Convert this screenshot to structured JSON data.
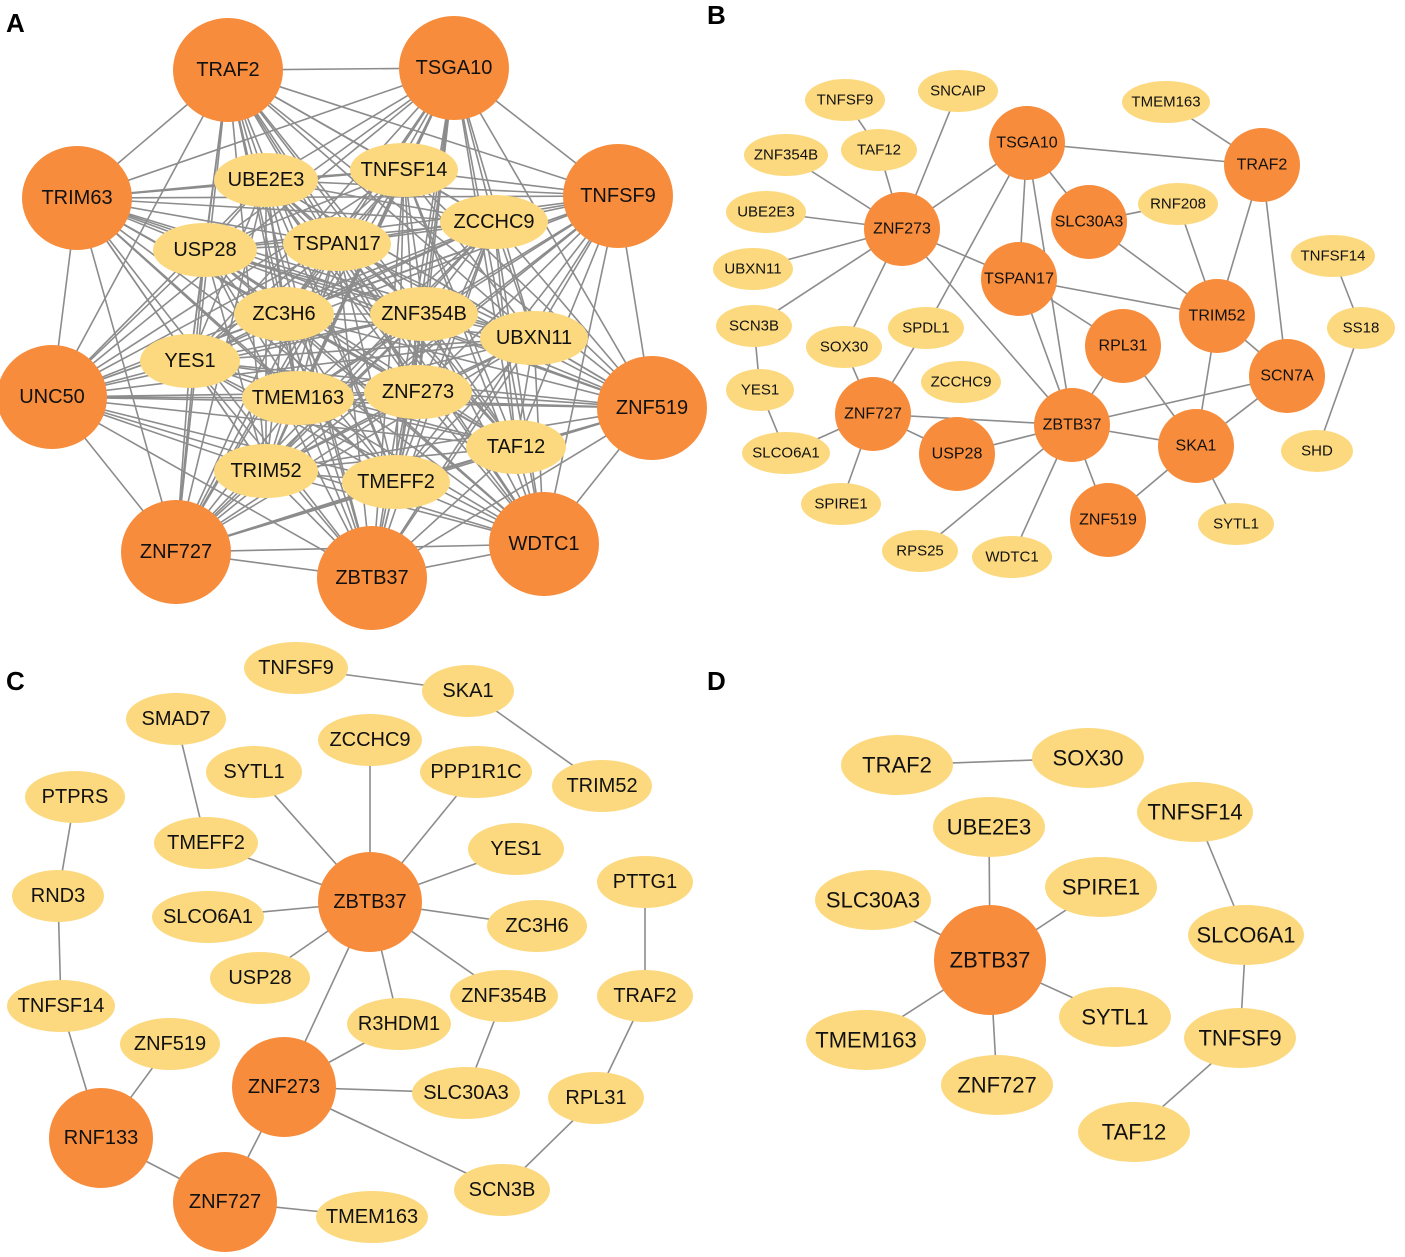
{
  "colors": {
    "hub": "#F78C3C",
    "other": "#FCD97E",
    "edge": "#8c8c8c"
  },
  "panels": [
    {
      "label": "A",
      "nodes": [
        {
          "id": "TRAF2",
          "hub": true
        },
        {
          "id": "TSGA10",
          "hub": true
        },
        {
          "id": "TRIM63",
          "hub": true
        },
        {
          "id": "TNFSF9",
          "hub": true
        },
        {
          "id": "UNC50",
          "hub": true
        },
        {
          "id": "ZNF519",
          "hub": true
        },
        {
          "id": "ZNF727",
          "hub": true
        },
        {
          "id": "ZBTB37",
          "hub": true
        },
        {
          "id": "WDTC1",
          "hub": true
        },
        {
          "id": "UBE2E3"
        },
        {
          "id": "TNFSF14"
        },
        {
          "id": "USP28"
        },
        {
          "id": "TSPAN17"
        },
        {
          "id": "ZCCHC9"
        },
        {
          "id": "ZC3H6"
        },
        {
          "id": "ZNF354B"
        },
        {
          "id": "UBXN11"
        },
        {
          "id": "YES1"
        },
        {
          "id": "TMEM163"
        },
        {
          "id": "ZNF273"
        },
        {
          "id": "TAF12"
        },
        {
          "id": "TRIM52"
        },
        {
          "id": "TMEFF2"
        }
      ],
      "edges": "all"
    },
    {
      "label": "B",
      "nodes": [
        {
          "id": "TSGA10",
          "hub": true
        },
        {
          "id": "TRAF2",
          "hub": true
        },
        {
          "id": "ZNF273",
          "hub": true
        },
        {
          "id": "SLC30A3",
          "hub": true
        },
        {
          "id": "TSPAN17",
          "hub": true
        },
        {
          "id": "TRIM52",
          "hub": true
        },
        {
          "id": "RPL31",
          "hub": true
        },
        {
          "id": "SCN7A",
          "hub": true
        },
        {
          "id": "ZNF727",
          "hub": true
        },
        {
          "id": "ZBTB37",
          "hub": true
        },
        {
          "id": "USP28",
          "hub": true
        },
        {
          "id": "SKA1",
          "hub": true
        },
        {
          "id": "ZNF519",
          "hub": true
        },
        {
          "id": "TNFSF9"
        },
        {
          "id": "SNCAIP"
        },
        {
          "id": "TMEM163"
        },
        {
          "id": "ZNF354B"
        },
        {
          "id": "TAF12"
        },
        {
          "id": "UBE2E3"
        },
        {
          "id": "RNF208"
        },
        {
          "id": "UBXN11"
        },
        {
          "id": "TNFSF14"
        },
        {
          "id": "SCN3B"
        },
        {
          "id": "SS18"
        },
        {
          "id": "SOX30"
        },
        {
          "id": "SPDL1"
        },
        {
          "id": "YES1"
        },
        {
          "id": "ZCCHC9"
        },
        {
          "id": "SLCO6A1"
        },
        {
          "id": "SHD"
        },
        {
          "id": "SPIRE1"
        },
        {
          "id": "SYTL1"
        },
        {
          "id": "RPS25"
        },
        {
          "id": "WDTC1"
        }
      ],
      "edges": [
        [
          "TNFSF9",
          "TAF12"
        ],
        [
          "TAF12",
          "ZNF273"
        ],
        [
          "SNCAIP",
          "ZNF273"
        ],
        [
          "ZNF354B",
          "ZNF273"
        ],
        [
          "UBE2E3",
          "ZNF273"
        ],
        [
          "UBXN11",
          "ZNF273"
        ],
        [
          "SCN3B",
          "ZNF273"
        ],
        [
          "SOX30",
          "ZNF273"
        ],
        [
          "ZNF273",
          "TSGA10"
        ],
        [
          "ZNF273",
          "TSPAN17"
        ],
        [
          "ZNF273",
          "ZBTB37"
        ],
        [
          "TSGA10",
          "TRAF2"
        ],
        [
          "TSGA10",
          "SLC30A3"
        ],
        [
          "TSGA10",
          "TSPAN17"
        ],
        [
          "TSGA10",
          "SPDL1"
        ],
        [
          "TSGA10",
          "ZBTB37"
        ],
        [
          "TMEM163",
          "TRAF2"
        ],
        [
          "TRAF2",
          "TRIM52"
        ],
        [
          "TRAF2",
          "SCN7A"
        ],
        [
          "SLC30A3",
          "RNF208"
        ],
        [
          "SLC30A3",
          "TRIM52"
        ],
        [
          "RNF208",
          "TRIM52"
        ],
        [
          "TSPAN17",
          "TRIM52"
        ],
        [
          "TSPAN17",
          "RPL31"
        ],
        [
          "TSPAN17",
          "ZBTB37"
        ],
        [
          "TRIM52",
          "SCN7A"
        ],
        [
          "TRIM52",
          "SKA1"
        ],
        [
          "RPL31",
          "ZBTB37"
        ],
        [
          "RPL31",
          "SKA1"
        ],
        [
          "SCN7A",
          "ZBTB37"
        ],
        [
          "SCN7A",
          "SKA1"
        ],
        [
          "SPDL1",
          "ZNF727"
        ],
        [
          "ZNF727",
          "SOX30"
        ],
        [
          "ZNF727",
          "SLCO6A1"
        ],
        [
          "ZNF727",
          "SPIRE1"
        ],
        [
          "ZNF727",
          "USP28"
        ],
        [
          "ZBTB37",
          "ZNF727"
        ],
        [
          "ZBTB37",
          "USP28"
        ],
        [
          "ZBTB37",
          "SKA1"
        ],
        [
          "ZBTB37",
          "ZNF519"
        ],
        [
          "ZBTB37",
          "RPS25"
        ],
        [
          "ZBTB37",
          "WDTC1"
        ],
        [
          "SKA1",
          "ZNF519"
        ],
        [
          "SKA1",
          "SYTL1"
        ],
        [
          "SCN3B",
          "YES1"
        ],
        [
          "YES1",
          "SLCO6A1"
        ],
        [
          "TNFSF14",
          "SS18"
        ],
        [
          "SS18",
          "SHD"
        ]
      ]
    },
    {
      "label": "C",
      "nodes": [
        {
          "id": "ZBTB37",
          "hub": true
        },
        {
          "id": "ZNF273",
          "hub": true
        },
        {
          "id": "RNF133",
          "hub": true
        },
        {
          "id": "ZNF727",
          "hub": true
        },
        {
          "id": "TNFSF9"
        },
        {
          "id": "SKA1"
        },
        {
          "id": "SMAD7"
        },
        {
          "id": "ZCCHC9"
        },
        {
          "id": "SYTL1"
        },
        {
          "id": "PPP1R1C"
        },
        {
          "id": "TRIM52"
        },
        {
          "id": "PTPRS"
        },
        {
          "id": "TMEFF2"
        },
        {
          "id": "YES1"
        },
        {
          "id": "PTTG1"
        },
        {
          "id": "RND3"
        },
        {
          "id": "SLCO6A1"
        },
        {
          "id": "ZC3H6"
        },
        {
          "id": "USP28"
        },
        {
          "id": "ZNF354B"
        },
        {
          "id": "TRAF2"
        },
        {
          "id": "TNFSF14"
        },
        {
          "id": "R3HDM1"
        },
        {
          "id": "ZNF519"
        },
        {
          "id": "SLC30A3"
        },
        {
          "id": "RPL31"
        },
        {
          "id": "SCN3B"
        },
        {
          "id": "TMEM163"
        }
      ],
      "edges": [
        [
          "TNFSF9",
          "SKA1"
        ],
        [
          "SKA1",
          "TRIM52"
        ],
        [
          "SMAD7",
          "TMEFF2"
        ],
        [
          "ZCCHC9",
          "ZBTB37"
        ],
        [
          "SYTL1",
          "ZBTB37"
        ],
        [
          "PPP1R1C",
          "ZBTB37"
        ],
        [
          "TMEFF2",
          "ZBTB37"
        ],
        [
          "YES1",
          "ZBTB37"
        ],
        [
          "SLCO6A1",
          "ZBTB37"
        ],
        [
          "ZC3H6",
          "ZBTB37"
        ],
        [
          "USP28",
          "ZBTB37"
        ],
        [
          "ZNF354B",
          "ZBTB37"
        ],
        [
          "R3HDM1",
          "ZBTB37"
        ],
        [
          "ZNF273",
          "ZBTB37"
        ],
        [
          "PTPRS",
          "RND3"
        ],
        [
          "RND3",
          "TNFSF14"
        ],
        [
          "TNFSF14",
          "RNF133"
        ],
        [
          "ZNF519",
          "RNF133"
        ],
        [
          "RNF133",
          "ZNF727"
        ],
        [
          "ZNF273",
          "R3HDM1"
        ],
        [
          "ZNF273",
          "SLC30A3"
        ],
        [
          "ZNF273",
          "SCN3B"
        ],
        [
          "ZNF273",
          "ZNF727"
        ],
        [
          "ZNF354B",
          "SLC30A3"
        ],
        [
          "ZNF727",
          "TMEM163"
        ],
        [
          "PTTG1",
          "TRAF2"
        ],
        [
          "TRAF2",
          "RPL31"
        ],
        [
          "RPL31",
          "SCN3B"
        ]
      ]
    },
    {
      "label": "D",
      "nodes": [
        {
          "id": "ZBTB37",
          "hub": true
        },
        {
          "id": "TRAF2"
        },
        {
          "id": "SOX30"
        },
        {
          "id": "UBE2E3"
        },
        {
          "id": "TNFSF14"
        },
        {
          "id": "SLC30A3"
        },
        {
          "id": "SPIRE1"
        },
        {
          "id": "SLCO6A1"
        },
        {
          "id": "SYTL1"
        },
        {
          "id": "TMEM163"
        },
        {
          "id": "TNFSF9"
        },
        {
          "id": "ZNF727"
        },
        {
          "id": "TAF12"
        }
      ],
      "edges": [
        [
          "TRAF2",
          "SOX30"
        ],
        [
          "UBE2E3",
          "ZBTB37"
        ],
        [
          "SLC30A3",
          "ZBTB37"
        ],
        [
          "SPIRE1",
          "ZBTB37"
        ],
        [
          "SYTL1",
          "ZBTB37"
        ],
        [
          "TMEM163",
          "ZBTB37"
        ],
        [
          "ZNF727",
          "ZBTB37"
        ],
        [
          "TNFSF14",
          "SLCO6A1"
        ],
        [
          "SLCO6A1",
          "TNFSF9"
        ],
        [
          "TNFSF9",
          "TAF12"
        ]
      ]
    }
  ]
}
